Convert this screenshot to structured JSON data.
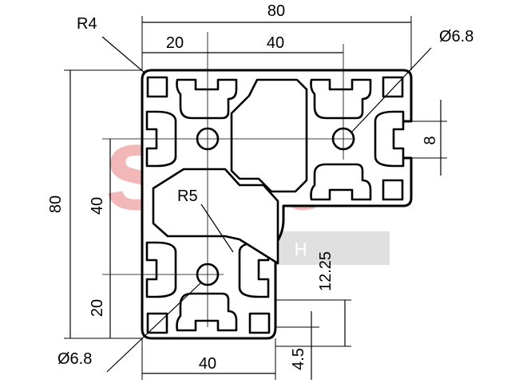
{
  "watermark": {
    "logo_text": "smt",
    "sub_text": "GmbH",
    "color": "#f2b8b8"
  },
  "dimensions": {
    "width_total": "80",
    "width_left": "20",
    "width_right": "40",
    "height_total": "80",
    "height_mid": "40",
    "height_low": "20",
    "bottom_width": "40",
    "radius_corner": "R4",
    "radius_inner": "R5",
    "hole_top": "Ø6.8",
    "hole_bottom": "Ø6.8",
    "slot_width": "8",
    "offset_1225": "12.25",
    "offset_45": "4.5"
  }
}
